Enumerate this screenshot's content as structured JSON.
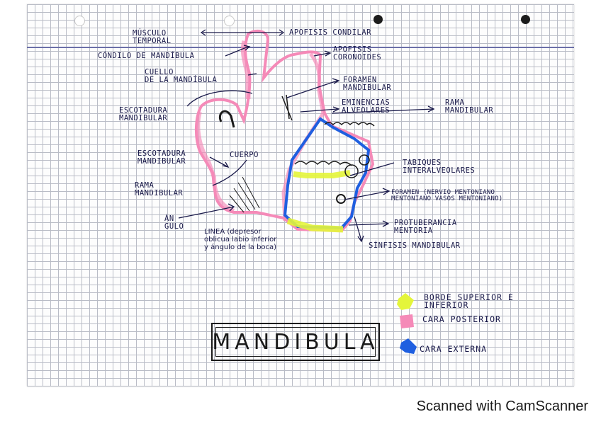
{
  "title": "MANDIBULA",
  "labels": {
    "musculo_temporal": "MÚSCULO\nTEMPORAL",
    "condilo": "CÓNDILO DE MANDÍBULA",
    "cuello": "CUELLO\nDE LA MANDÍBULA",
    "escotadura_1": "ESCOTADURA\nMANDIBULAR",
    "escotadura_2": "ESCOTADURA\nMANDIBULAR",
    "rama_left": "RAMA\nMANDIBULAR",
    "angulo": "ÁN\nGULO",
    "linea": "LINEA (depresor\noblicua labio inferior\ny ángulo de la boca)",
    "cuerpo": "CUERPO",
    "apofisis_condilar": "APOFISIS CONDILAR",
    "apofisis_coronoides": "APOFISIS\nCORONOIDES",
    "foramen_mandibular": "FORAMEN\nMANDIBULAR",
    "eminencias": "EMINENCIAS\nALVEOLARES",
    "rama_right": "RAMA\nMANDIBULAR",
    "tabiques": "TABIQUES\nINTERALVEOLARES",
    "foramen_mentoniano": "FORAMEN (NERVIO MENTONIANO\nMENTONIANO VASOS MENTONIANO)",
    "protuberancia": "PROTUBERANCIA\nMENTORIA",
    "sinfisis": "SÍNFISIS  MANDIBULAR"
  },
  "legend": [
    {
      "label": "BORDE SUPERIOR E\nINFERIOR",
      "color": "#e4f53a"
    },
    {
      "label": "CARA POSTERIOR",
      "color": "#f58ab8"
    },
    {
      "label": "CARA EXTERNA",
      "color": "#1f5fe0"
    }
  ],
  "colors": {
    "ink": "#1a1a4a",
    "pink": "#f58ab8",
    "yellow": "#e4f53a",
    "blue": "#1f5fe0"
  },
  "scan_note": "Scanned with CamScanner"
}
